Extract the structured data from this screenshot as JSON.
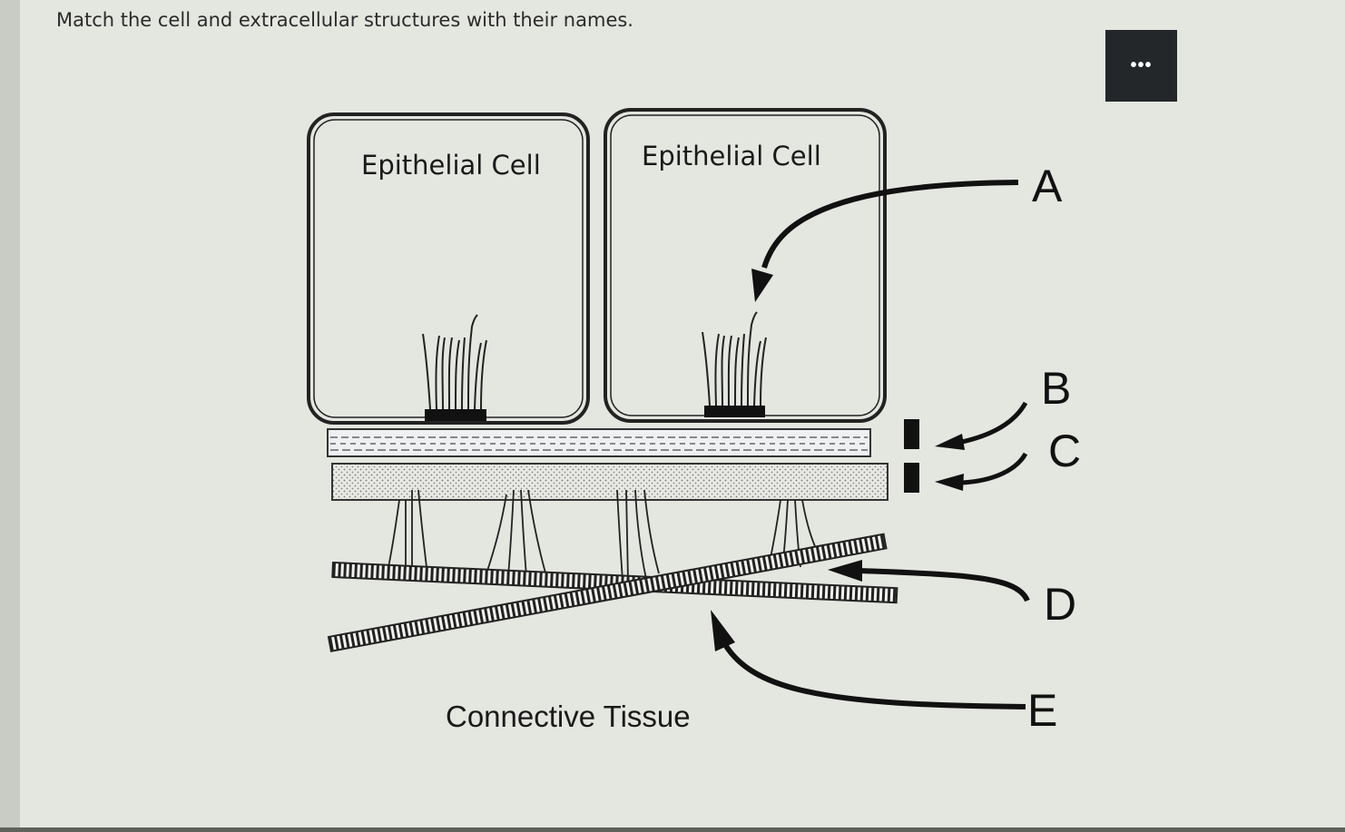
{
  "question": {
    "prompt": "Match the cell and extracellular structures with their names."
  },
  "toolbar": {
    "more_label": "•••",
    "more_icon": "more-options-icon"
  },
  "diagram": {
    "cells": [
      {
        "label": "Epithelial Cell"
      },
      {
        "label": "Epithelial Cell"
      }
    ],
    "markers": [
      {
        "letter": "A"
      },
      {
        "letter": "B"
      },
      {
        "letter": "C"
      },
      {
        "letter": "D"
      },
      {
        "letter": "E"
      }
    ],
    "tissue_label": "Connective Tissue"
  },
  "colors": {
    "background": "#e4e6e0",
    "ink": "#111111",
    "button": "#23272a"
  }
}
